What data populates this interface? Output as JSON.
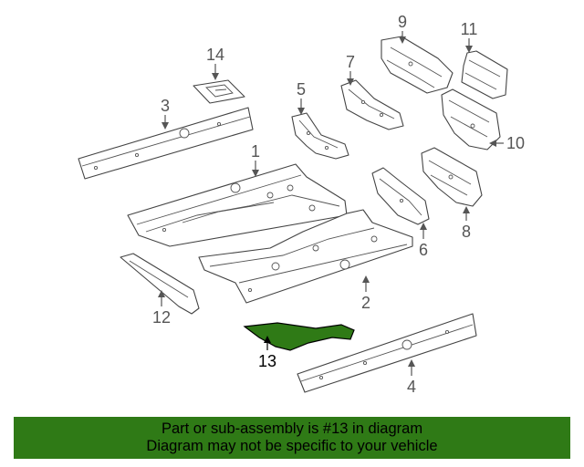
{
  "diagram": {
    "highlight_color": "#2f7a16",
    "highlighted_part": "13",
    "callouts": [
      "1",
      "2",
      "3",
      "4",
      "5",
      "6",
      "7",
      "8",
      "9",
      "10",
      "11",
      "12",
      "13",
      "14"
    ]
  },
  "banner": {
    "background": "#2f7a16",
    "line1": "Part or sub-assembly is #13 in diagram",
    "line2": "Diagram may not be specific to your vehicle"
  }
}
